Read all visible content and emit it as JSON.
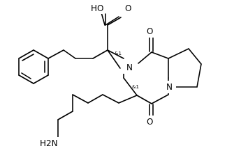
{
  "molecule": {
    "atoms": {
      "carboxyl_oh": "HO",
      "carboxyl_o": "O",
      "amide_n": "N",
      "ring_n": "N",
      "carbonyl_o_top": "O",
      "carbonyl_o_bottom": "O",
      "amine": "H2N"
    },
    "stereo_labels": {
      "alpha_carbon": "&1",
      "lysyl_carbon": "&1"
    }
  }
}
